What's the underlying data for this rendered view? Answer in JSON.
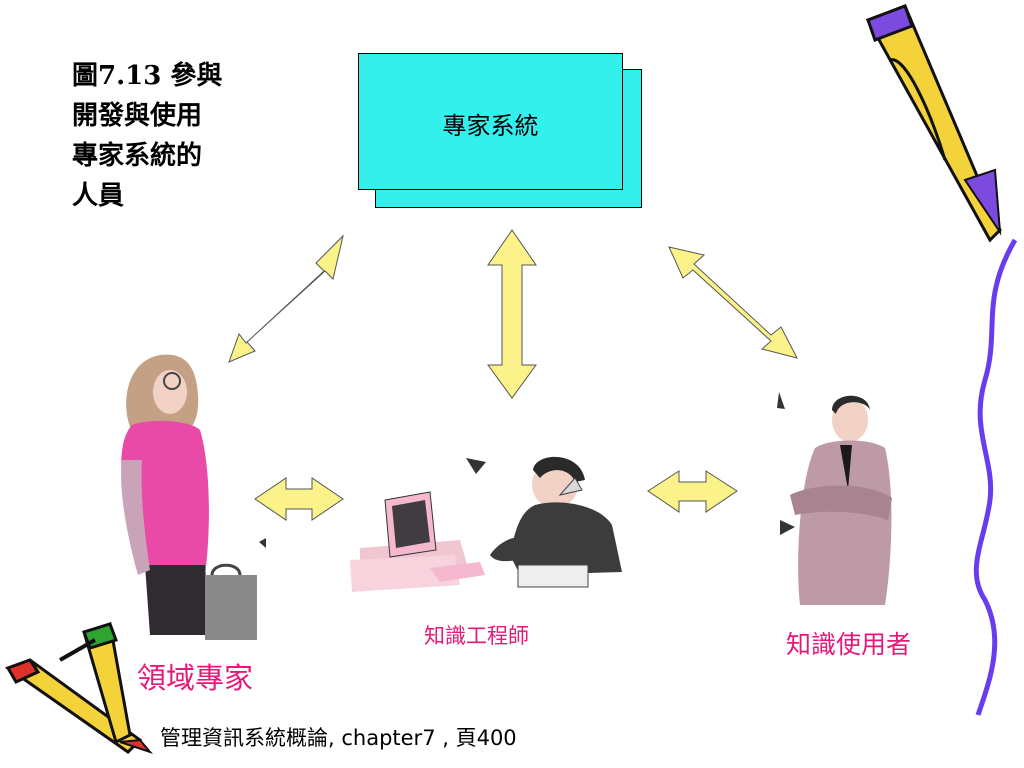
{
  "figure": {
    "title": "圖7.13 參與\n開發與使用\n專家系統的\n人員"
  },
  "expert_system": {
    "label": "專家系統"
  },
  "roles": {
    "domain_expert": "領域專家",
    "knowledge_engineer": "知識工程師",
    "knowledge_user": "知識使用者"
  },
  "footer": {
    "text": "管理資訊系統概論, chapter7 , 頁400"
  },
  "colors": {
    "box_fill": "#33f0ec",
    "arrow_fill": "#fbf38a",
    "label_pink": "#e6197a",
    "wavy_line": "#6a3cf0"
  }
}
